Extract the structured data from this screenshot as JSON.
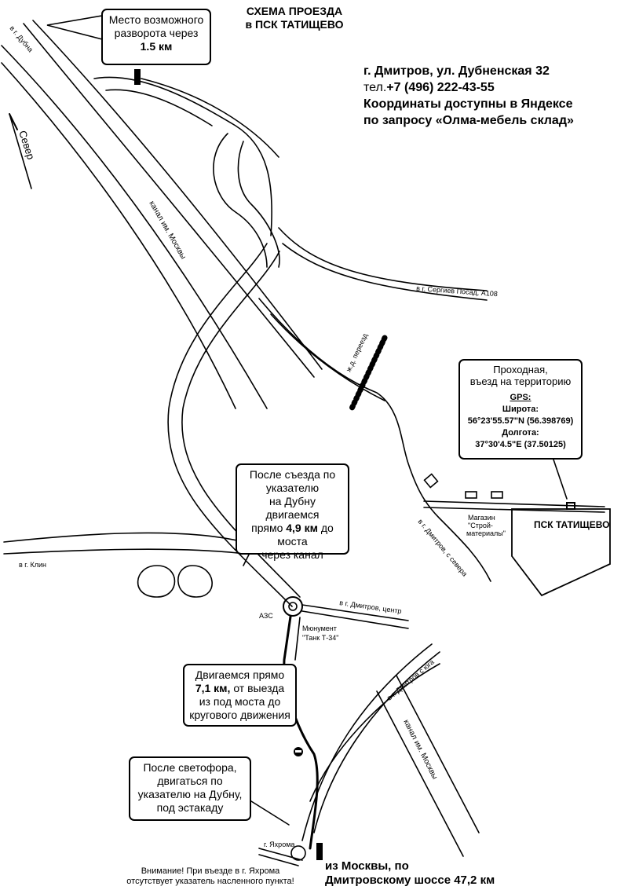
{
  "header": {
    "title_line1": "СХЕМА ПРОЕЗДА",
    "title_line2": "в ПСК ТАТИЩЕВО"
  },
  "address": {
    "line1": "г. Дмитров, ул. Дубненская 32",
    "phone_label": "тел.",
    "phone": "+7 (496) 222-43-55",
    "line3": "Координаты доступны в Яндексе",
    "line4": "по запросу «Олма-мебель склад»"
  },
  "callouts": {
    "uturn": {
      "line1": "Место возможного",
      "line2": "разворота через",
      "line3": "1.5 км"
    },
    "gate": {
      "line1": "Проходная,",
      "line2": "въезд на территорию",
      "gps_label": "GPS:",
      "lat_label": "Широта:",
      "lat": "56°23'55.57\"N (56.398769)",
      "lon_label": "Долгота:",
      "lon": "37°30'4.5\"E (37.50125)"
    },
    "dubna": {
      "line1": "После съезда по",
      "line2": "указателю",
      "line3": "на Дубну",
      "line4": "двигаемся",
      "line5_pre": "прямо ",
      "line5_bold": "4,9 км",
      "line5_post": " до моста",
      "line6": "через канал"
    },
    "straight": {
      "line1": "Двигаемся прямо",
      "line2_bold": "7,1 км,",
      "line2_post": " от выезда",
      "line3": "из под моста до",
      "line4": "кругового движения"
    },
    "lights": {
      "line1": "После светофора,",
      "line2": "двигаться по",
      "line3": "указателю на Дубну,",
      "line4": "под эстакаду"
    }
  },
  "labels": {
    "north": "Север",
    "to_dubna": "в г. Дубна",
    "canal_top": "канал им. Москвы",
    "to_sergiev": "в г. Сергиев Посад, А108",
    "railway": "ж.д. переезд",
    "to_dmitrov_north": "в г. Дмитров, с севера",
    "shop": "Магазин \"Строй-материалы\"",
    "shop_line1": "Магазин",
    "shop_line2": "\"Строй-",
    "shop_line3": "материалы\"",
    "psk": "ПСК ТАТИЩЕВО",
    "to_klin": "в г. Клин",
    "gas": "АЗС",
    "to_dmitrov_center": "в г. Дмитров, центр",
    "monument_line1": "Мюнумент",
    "monument_line2": "\"Танк Т-34\"",
    "to_dmitrov_south": "в г. Дмитров с юга",
    "canal_bottom": "канал им. Москвы",
    "to_yakhroma": "г. Яхрома"
  },
  "footer": {
    "warning_line1": "Внимание! При въезде в г. Яхрома",
    "warning_line2": "отсутствует указатель насленного пункта!",
    "from_moscow_line1": "из Москвы, по",
    "from_moscow_line2": "Дмитровскому шоссе 47,2 км"
  }
}
